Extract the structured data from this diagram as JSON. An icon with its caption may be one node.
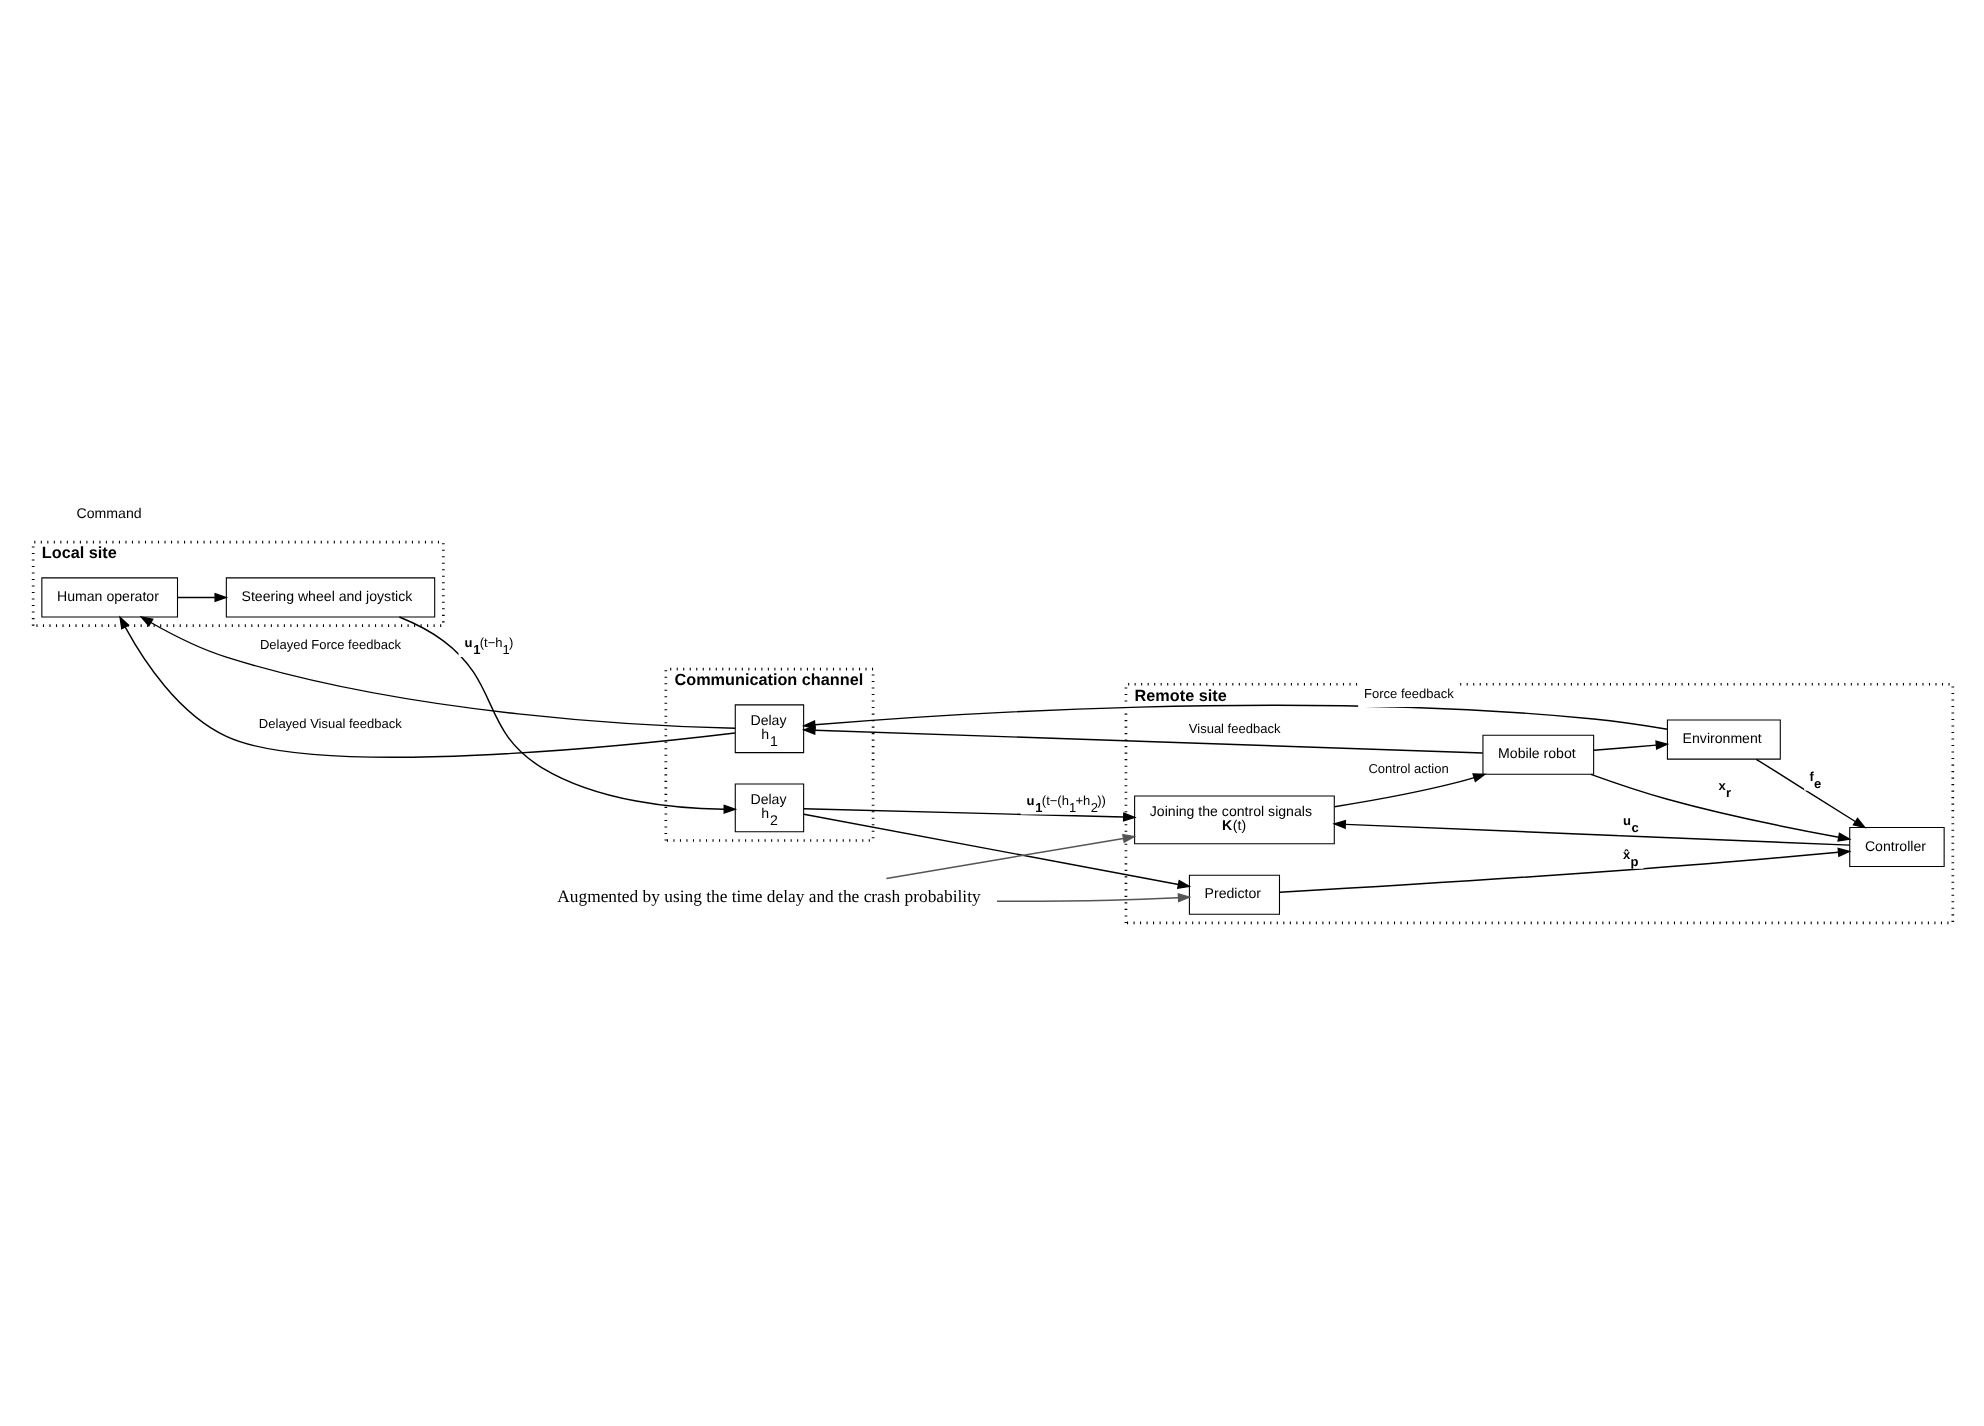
{
  "diagram": {
    "nodes": [
      {
        "text": [
          "Local site"
        ]
      },
      {
        "text": [
          "Human operator"
        ],
        "in": 0
      },
      {
        "text": [
          "Steering wheel and joystick"
        ],
        "in": 0
      },
      {
        "text": [
          "Communication channel"
        ]
      },
      {
        "text": [
          "Delay",
          "h$_{1}$"
        ],
        "in": 3
      },
      {
        "text": [
          "Delay",
          "h$_{2}$"
        ],
        "in": 3
      },
      {
        "text": [
          "Remote site"
        ]
      },
      {
        "text": [
          "Environment"
        ],
        "in": 6
      },
      {
        "text": [
          "Controller"
        ],
        "in": 6
      },
      {
        "text": [
          "Mobile robot"
        ],
        "in": 6
      },
      {
        "text": [
          "Joining the control signals",
          "**K**(t)"
        ],
        "in": 6
      },
      {
        "text": [
          "Predictor"
        ],
        "in": 6
      },
      {
        "text": [
          "Augmented by using the time delay and the crash probability"
        ]
      }
    ],
    "edges": [
      {
        "from": 4,
        "to": 1,
        "arrow": "to",
        "label": "Delayed Force feedback"
      },
      {
        "from": 4,
        "to": 1,
        "arrow": "to",
        "label": "Delayed Visual feedback"
      },
      {
        "from": 1,
        "to": 2,
        "arrow": "to"
      },
      {
        "from": 2,
        "to": 5,
        "arrow": "to",
        "label": "**u$_{1}$**(t−h$_{1}$)"
      },
      {
        "from": 5,
        "to": 10,
        "arrow": "to",
        "label": "**u$_{1}$**(t−(h$_{1}$+h$_{2}$))"
      },
      {
        "from": 5,
        "to": 11,
        "arrow": "to"
      },
      {
        "from": 7,
        "to": 4,
        "arrow": "to",
        "label": "Force feedback"
      },
      {
        "from": 7,
        "to": 8,
        "arrow": "to",
        "label": "**f$_{e}$**"
      },
      {
        "from": 9,
        "to": 4,
        "arrow": "to",
        "label": "Visual feedback"
      },
      {
        "from": 9,
        "to": 7,
        "arrow": "to"
      },
      {
        "from": 9,
        "to": 8,
        "arrow": "to",
        "label": "**x$_{r}$**"
      },
      {
        "from": 8,
        "to": 10,
        "arrow": "to",
        "label": "**u$_{c}$**"
      },
      {
        "from": 11,
        "to": 8,
        "arrow": "to",
        "label": "**x̂$_{p}$**"
      },
      {
        "from": 10,
        "to": 9,
        "arrow": "to",
        "label": "Control action"
      },
      {
        "from": 12,
        "to": 10,
        "arrow": "to",
        "color": "#555555"
      },
      {
        "from": 12,
        "to": 11,
        "arrow": "to",
        "color": "#555555"
      }
    ],
    "labels": [
      "Command"
    ]
  }
}
